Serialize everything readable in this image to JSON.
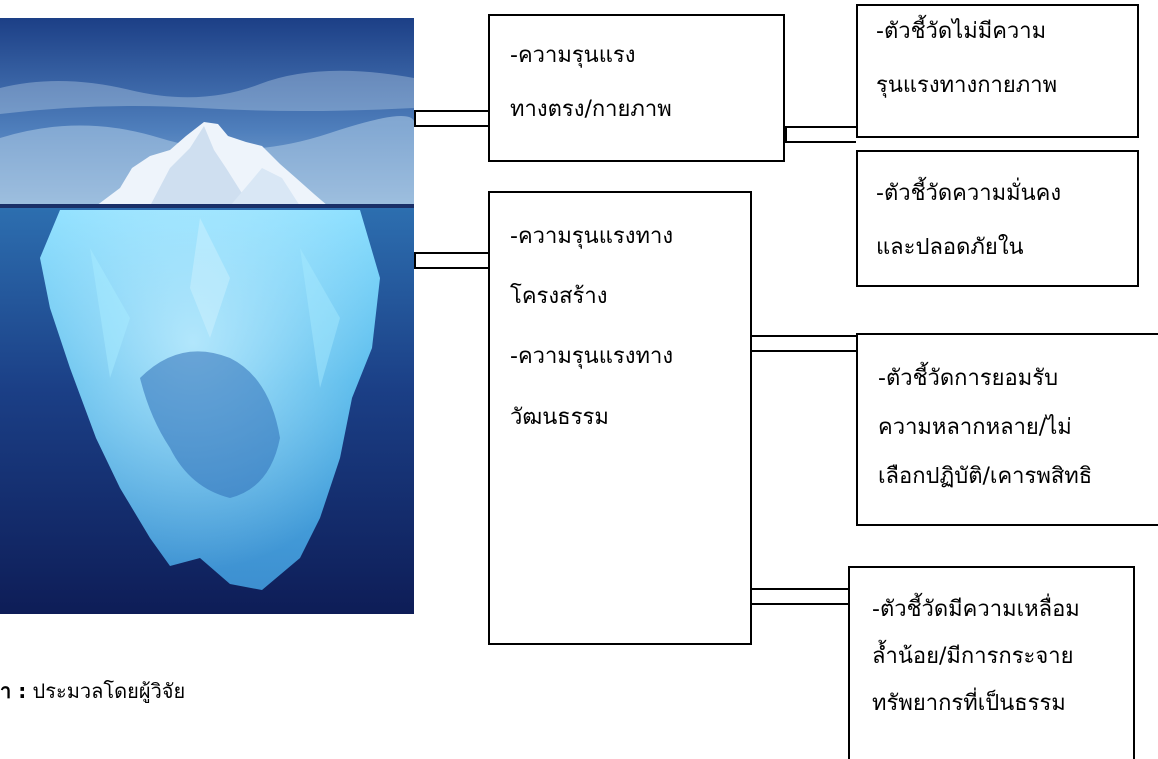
{
  "diagram": {
    "top_box": {
      "line1": "-ความรุนแรง",
      "line2": "ทางตรง/กายภาพ"
    },
    "bottom_box": {
      "item1_line1": "-ความรุนแรงทาง",
      "item1_line2": "โครงสร้าง",
      "item2_line1": "-ความรุนแรงทาง",
      "item2_line2": "วัฒนธรรม"
    },
    "indicators": {
      "physical": {
        "line1": "-ตัวชี้วัดไม่มีความ",
        "line2": "รุนแรงทางกายภาพ"
      },
      "security": {
        "line1": "-ตัวชี้วัดความมั่นคง",
        "line2": "และปลอดภัยใน"
      },
      "acceptance": {
        "line1": "-ตัวชี้วัดการยอมรับ",
        "line2": "ความหลากหลาย/ไม่",
        "line3": "เลือกปฏิบัติ/เคารพสิทธิ"
      },
      "equality": {
        "line1": "-ตัวชี้วัดมีความเหลื่อม",
        "line2": "ล้ำน้อย/มีการกระจาย",
        "line3": "ทรัพยากรที่เป็นธรรม"
      }
    },
    "source": {
      "label": "า :",
      "text": " ประมวลโดยผู้วิจัย"
    }
  },
  "colors": {
    "sky_top": "#1c3f86",
    "sky_bottom": "#7fa7cf",
    "water_top": "#2d6fb0",
    "water_bottom": "#0e1d57",
    "ice_above": "#eef4fb",
    "ice_under": "#5fc4f0"
  }
}
